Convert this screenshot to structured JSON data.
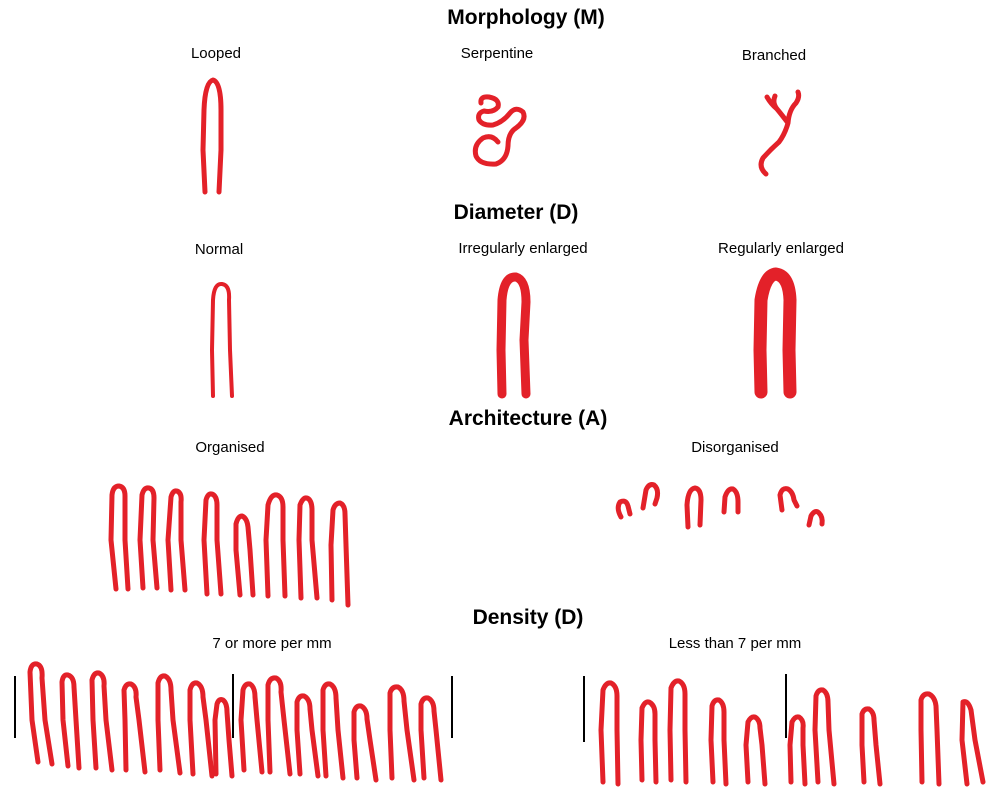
{
  "sections": {
    "morphology": {
      "title": "Morphology (M)",
      "items": [
        "Looped",
        "Serpentine",
        "Branched"
      ]
    },
    "diameter": {
      "title": "Diameter (D)",
      "items": [
        "Normal",
        "Irregularly enlarged",
        "Regularly enlarged"
      ]
    },
    "architecture": {
      "title": "Architecture (A)",
      "items": [
        "Organised",
        "Disorganised"
      ]
    },
    "density": {
      "title": "Density (D)",
      "items": [
        "7 or more per mm",
        "Less than 7 per mm"
      ]
    }
  },
  "colors": {
    "capillary": "#e32129",
    "scale_bar": "#000000",
    "background": "#ffffff"
  }
}
